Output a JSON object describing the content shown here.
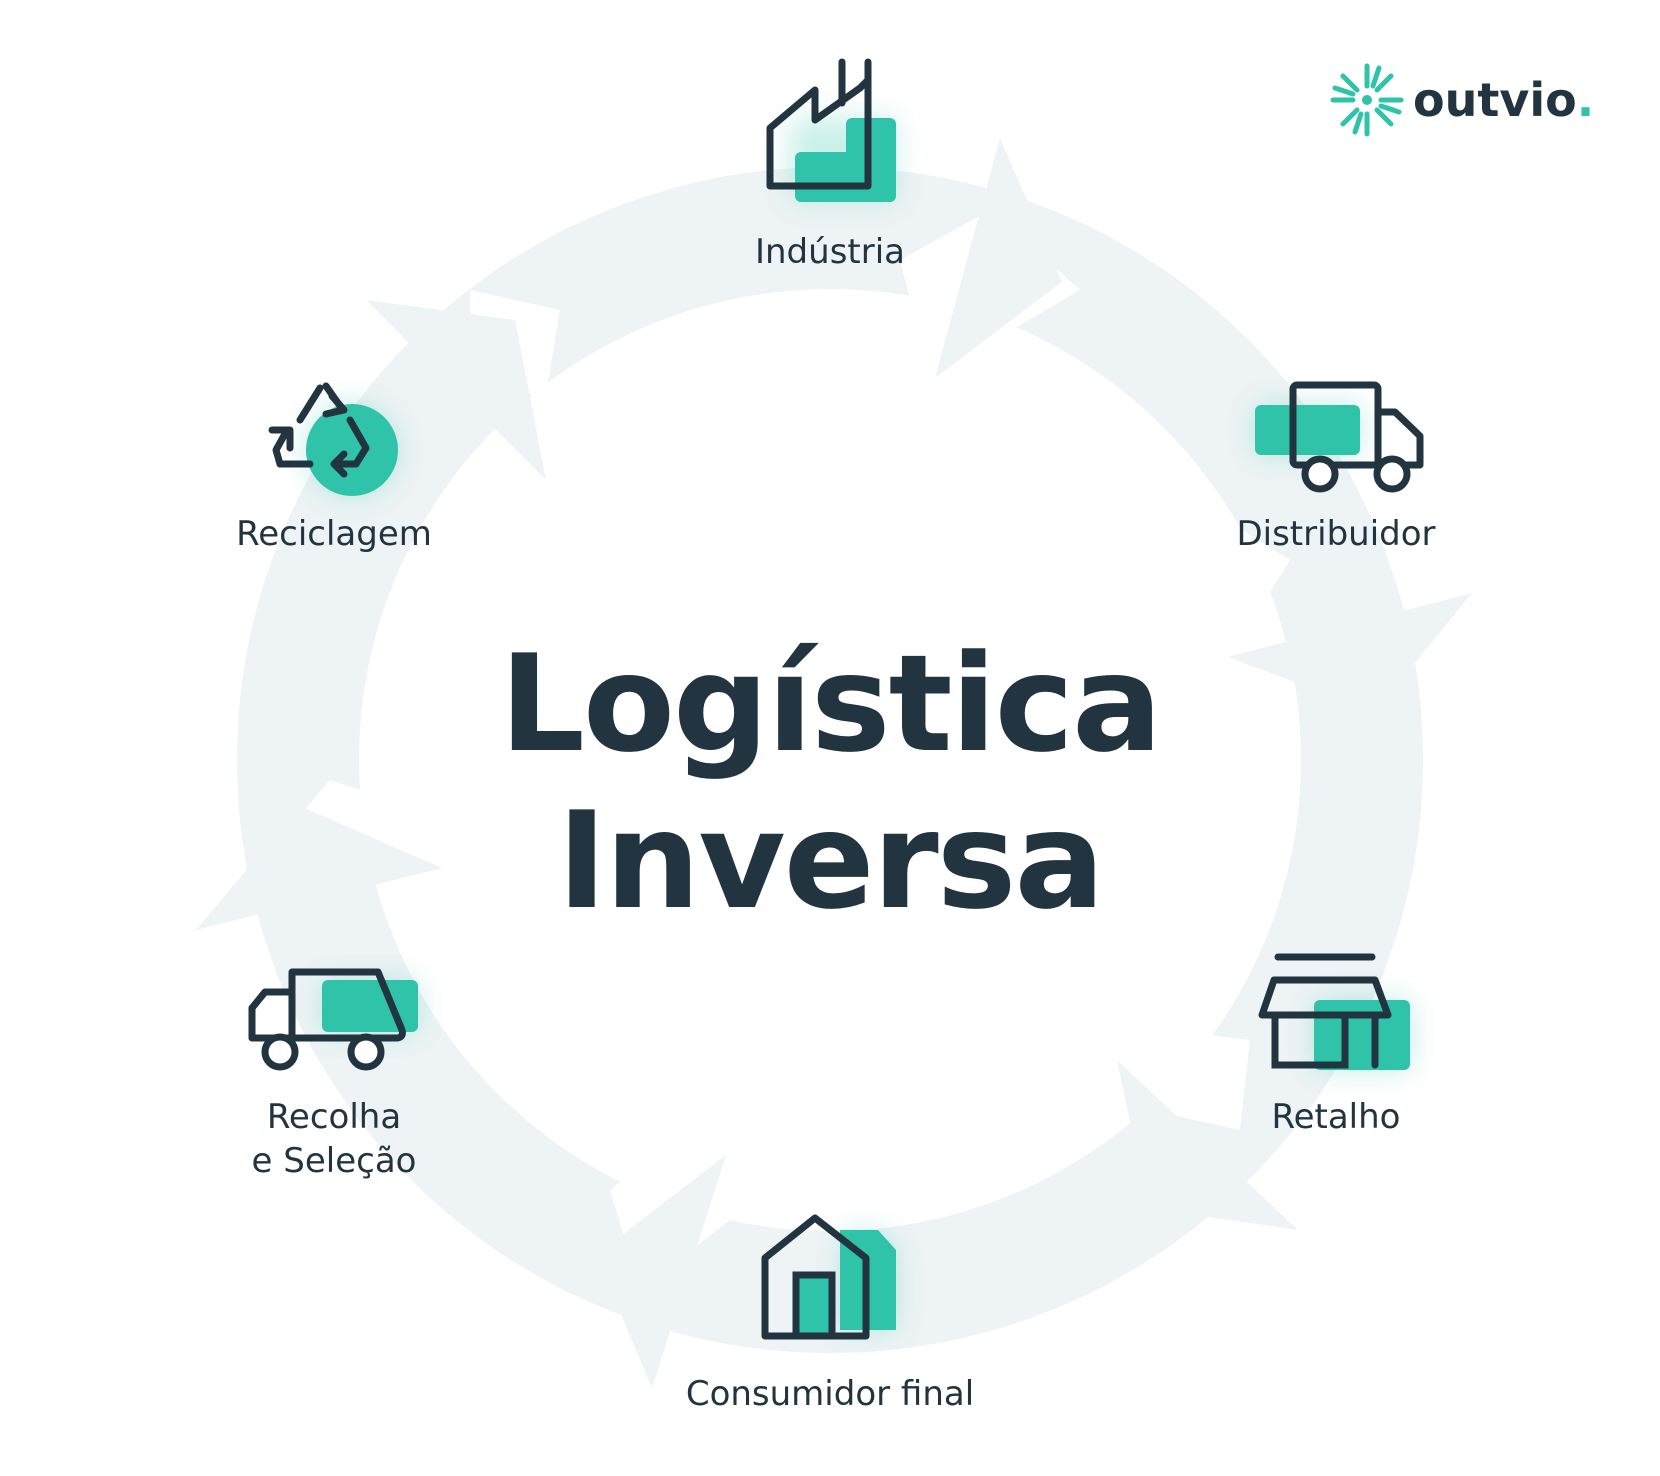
{
  "title": {
    "line1": "Logística",
    "line2": "Inversa"
  },
  "brand": {
    "name": "outvio",
    "dot": ".",
    "accent_color": "#2fc3a9"
  },
  "colors": {
    "ring": "#eef3f5",
    "ink": "#22343f",
    "teal": "#2fc3a9"
  },
  "stages": [
    {
      "id": "industria",
      "label": "Indústria",
      "icon": "factory-icon"
    },
    {
      "id": "distribuidor",
      "label": "Distribuidor",
      "icon": "truck-icon"
    },
    {
      "id": "retalho",
      "label": "Retalho",
      "icon": "shop-icon"
    },
    {
      "id": "consumidor",
      "label": "Consumidor final",
      "icon": "house-icon"
    },
    {
      "id": "recolha",
      "label_line1": "Recolha",
      "label_line2": "e Seleção",
      "icon": "pickup-truck-icon"
    },
    {
      "id": "reciclagem",
      "label": "Reciclagem",
      "icon": "recycle-icon"
    }
  ]
}
